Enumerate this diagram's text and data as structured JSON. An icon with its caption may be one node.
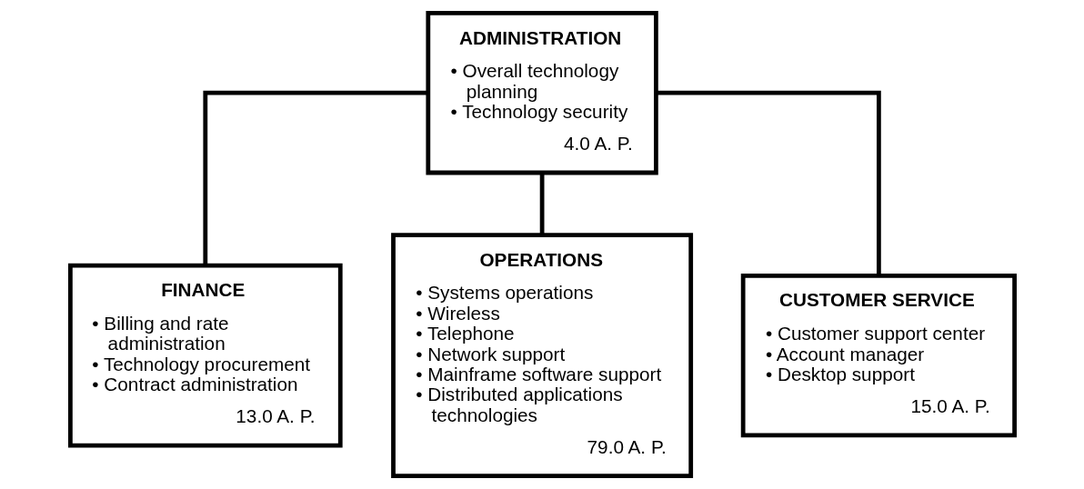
{
  "diagram": {
    "nodes": [
      {
        "text": [
          "ADMINISTRATION",
          "• Overall technology planning",
          "• Technology security",
          "4.0 A. P."
        ]
      },
      {
        "text": [
          "FINANCE",
          "• Billing and rate administration",
          "• Technology procurement",
          "• Contract administration",
          "13.0 A. P."
        ]
      },
      {
        "text": [
          "OPERATIONS",
          "• Systems operations",
          "• Wireless",
          "• Telephone",
          "• Network support",
          "• Mainframe software support",
          "• Distributed applications technologies",
          "79.0 A. P."
        ]
      },
      {
        "text": [
          "CUSTOMER SERVICE",
          "• Customer support center",
          "• Account manager",
          "• Desktop support",
          "15.0 A. P."
        ]
      }
    ],
    "edges": [
      {
        "from": 0,
        "to": 1,
        "arrow": "none"
      },
      {
        "from": 0,
        "to": 2,
        "arrow": "none"
      },
      {
        "from": 0,
        "to": 3,
        "arrow": "none"
      }
    ]
  }
}
